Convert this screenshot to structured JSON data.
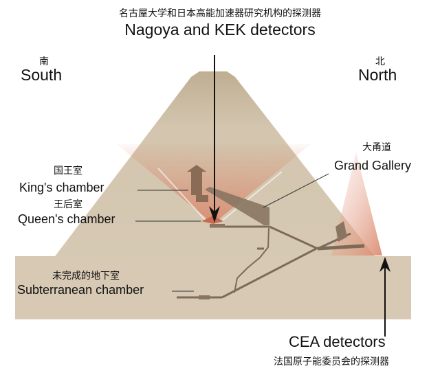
{
  "title_zh": "名古屋大学和日本高能加速器研究机构的探测器",
  "title_en": "Nagoya and KEK detectors",
  "south": {
    "zh": "南",
    "en": "South"
  },
  "north": {
    "zh": "北",
    "en": "North"
  },
  "grand_gallery": {
    "zh": "大甬道",
    "en": "Grand Gallery"
  },
  "kings_chamber": {
    "zh": "国王室",
    "en": "King's chamber"
  },
  "queens_chamber": {
    "zh": "王后室",
    "en": "Queen's chamber"
  },
  "subterranean_chamber": {
    "zh": "未完成的地下室",
    "en": "Subterranean chamber"
  },
  "cea": {
    "en": "CEA detectors",
    "zh": "法国原子能委员会的探测器"
  },
  "colors": {
    "ground": "#d7c9b3",
    "pyramid": "#d1c3ab",
    "cone": "#d9866a",
    "passage": "#7d6a58"
  }
}
